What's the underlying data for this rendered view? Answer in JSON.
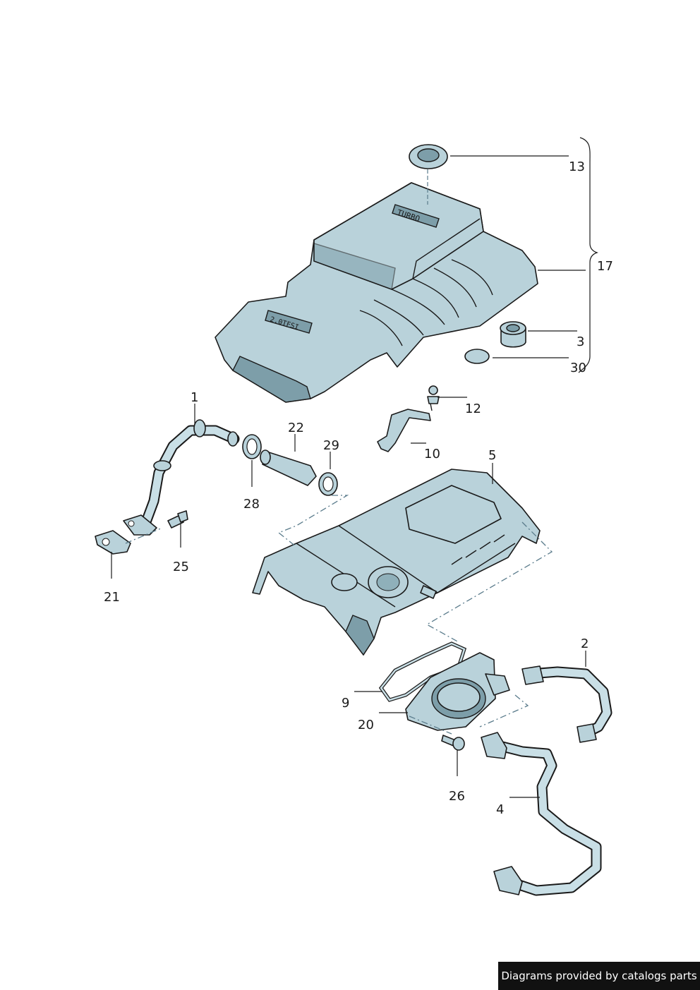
{
  "diagram": {
    "parts": [
      {
        "id": "p1",
        "number": "1"
      },
      {
        "id": "p2",
        "number": "2"
      },
      {
        "id": "p3",
        "number": "3"
      },
      {
        "id": "p4",
        "number": "4"
      },
      {
        "id": "p5",
        "number": "5"
      },
      {
        "id": "p9",
        "number": "9"
      },
      {
        "id": "p10",
        "number": "10"
      },
      {
        "id": "p12",
        "number": "12"
      },
      {
        "id": "p13",
        "number": "13"
      },
      {
        "id": "p17",
        "number": "17"
      },
      {
        "id": "p20",
        "number": "20"
      },
      {
        "id": "p21",
        "number": "21"
      },
      {
        "id": "p22",
        "number": "22"
      },
      {
        "id": "p25",
        "number": "25"
      },
      {
        "id": "p26",
        "number": "26"
      },
      {
        "id": "p28",
        "number": "28"
      },
      {
        "id": "p29",
        "number": "29"
      },
      {
        "id": "p30",
        "number": "30"
      }
    ],
    "cover_markings": [
      "TURBO",
      "2.0TFSI"
    ]
  },
  "colors": {
    "part_fill": "#b9d2da",
    "part_shadow": "#7d9ea9",
    "outline": "#1a1a1a",
    "footer_bg": "#111111"
  },
  "footer": {
    "text": "Diagrams provided by catalogs parts"
  }
}
